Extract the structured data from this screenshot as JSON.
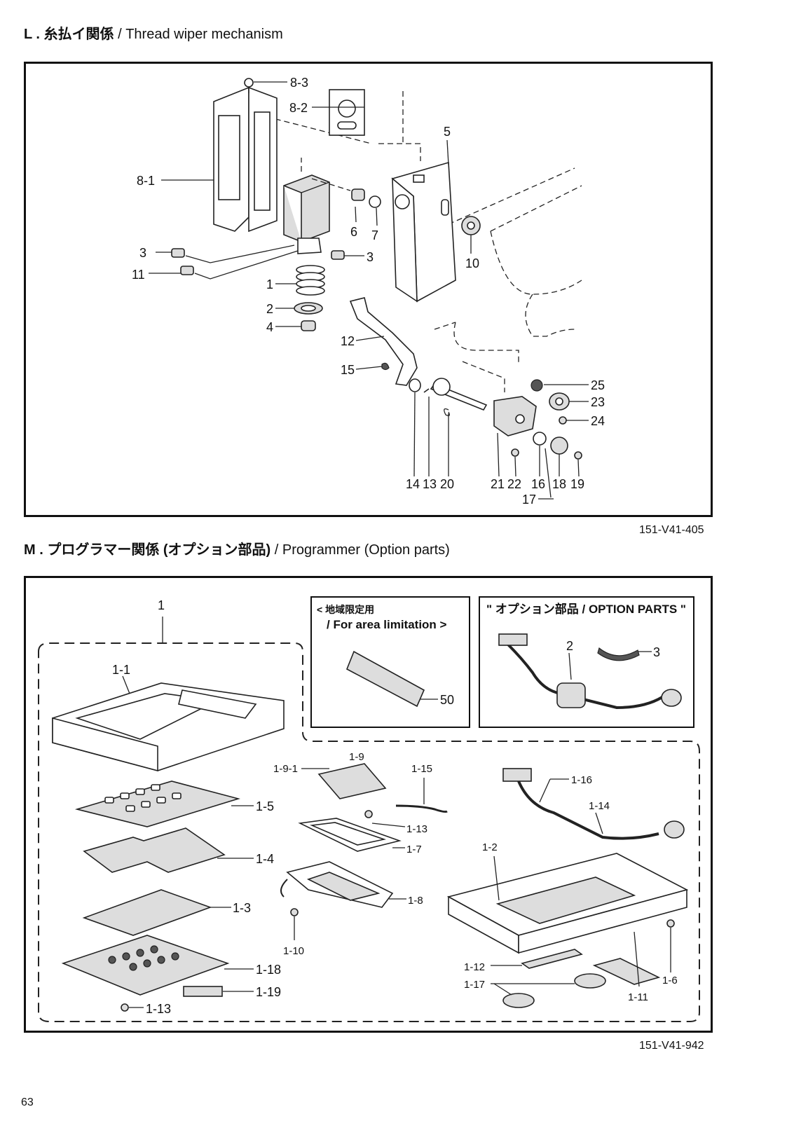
{
  "section_l": {
    "title_jp": "L . 糸払イ関係",
    "title_en": " / Thread wiper mechanism",
    "code": "151-V41-405",
    "labels": {
      "p8_3": "8-3",
      "p8_2": "8-2",
      "p5": "5",
      "p8_1": "8-1",
      "p6": "6",
      "p7": "7",
      "p10": "10",
      "p3a": "3",
      "p3b": "3",
      "p11": "11",
      "p1": "1",
      "p2": "2",
      "p4": "4",
      "p12": "12",
      "p15": "15",
      "p25": "25",
      "p23": "23",
      "p24": "24",
      "p14": "14",
      "p13": "13",
      "p20": "20",
      "p21": "21",
      "p22": "22",
      "p16": "16",
      "p18": "18",
      "p19": "19",
      "p17": "17"
    }
  },
  "section_m": {
    "title_jp": "M . プログラマー関係 (オプション部品)",
    "title_en": " / Programmer (Option parts)",
    "code": "151-V41-942",
    "area_box": {
      "line1": "< 地域限定用",
      "line2": "/ For area limitation >"
    },
    "option_box": {
      "title": "\" オプション部品 / OPTION PARTS \""
    },
    "labels": {
      "p1": "1",
      "p1_1": "1-1",
      "p50": "50",
      "p2": "2",
      "p3": "3",
      "p1_9_1": "1-9-1",
      "p1_9": "1-9",
      "p1_15": "1-15",
      "p1_16": "1-16",
      "p1_14": "1-14",
      "p1_5": "1-5",
      "p1_13a": "1-13",
      "p1_7": "1-7",
      "p1_4": "1-4",
      "p1_2": "1-2",
      "p1_8": "1-8",
      "p1_3": "1-3",
      "p1_10": "1-10",
      "p1_12": "1-12",
      "p1_6": "1-6",
      "p1_17": "1-17",
      "p1_18": "1-18",
      "p1_19": "1-19",
      "p1_11": "1-11",
      "p1_13b": "1-13"
    }
  },
  "page_number": "63"
}
